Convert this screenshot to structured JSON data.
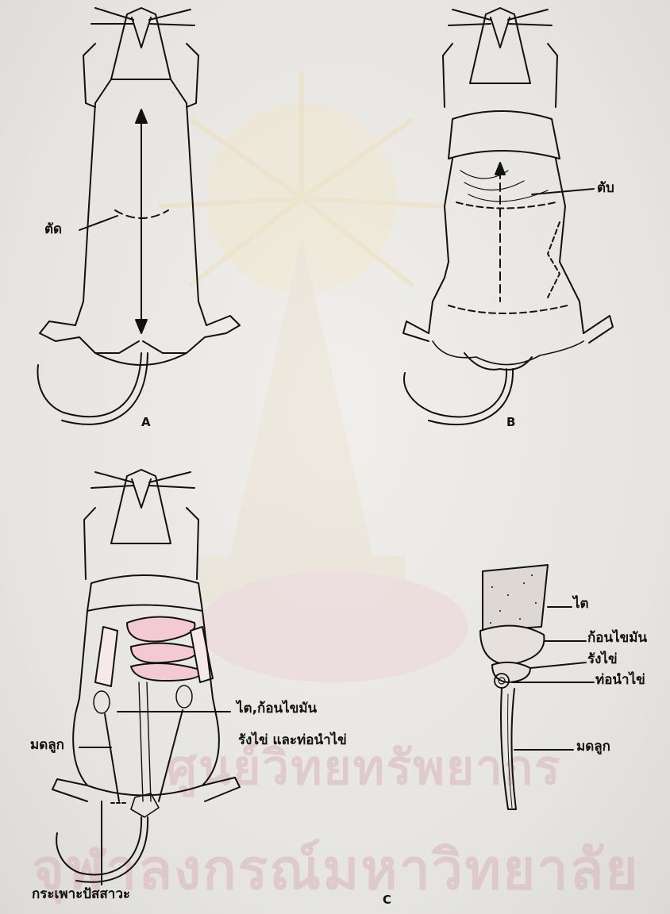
{
  "panels": {
    "a": {
      "letter": "A",
      "cut_label": "ตัด"
    },
    "b": {
      "letter": "B",
      "pin_label": "ตับ"
    },
    "c": {
      "letter": "C",
      "kidney_label_line1": "ไต,ก้อนไขมัน",
      "kidney_label_line2": "รังไข่ และท่อนำไข่",
      "uterus_label": "มดลูก",
      "bladder_label": "กระเพาะปัสสาวะ"
    },
    "d": {
      "kidney": "ไต",
      "fat_pad": "ก้อนไขมัน",
      "ovary": "รังไข่",
      "oviduct": "ท่อนำไข่",
      "uterus": "มดลูก"
    }
  },
  "watermark": {
    "line1": "ศูนย์วิทยทรัพยากร",
    "line2": "จุฬาลงกรณ์มหาวิทยาลัย"
  },
  "colors": {
    "ink": "#111111",
    "watermark_pink": "#d9b5b9",
    "watermark_gold": "#f0e2b8",
    "intestine_pink": "#f3c9d2"
  }
}
